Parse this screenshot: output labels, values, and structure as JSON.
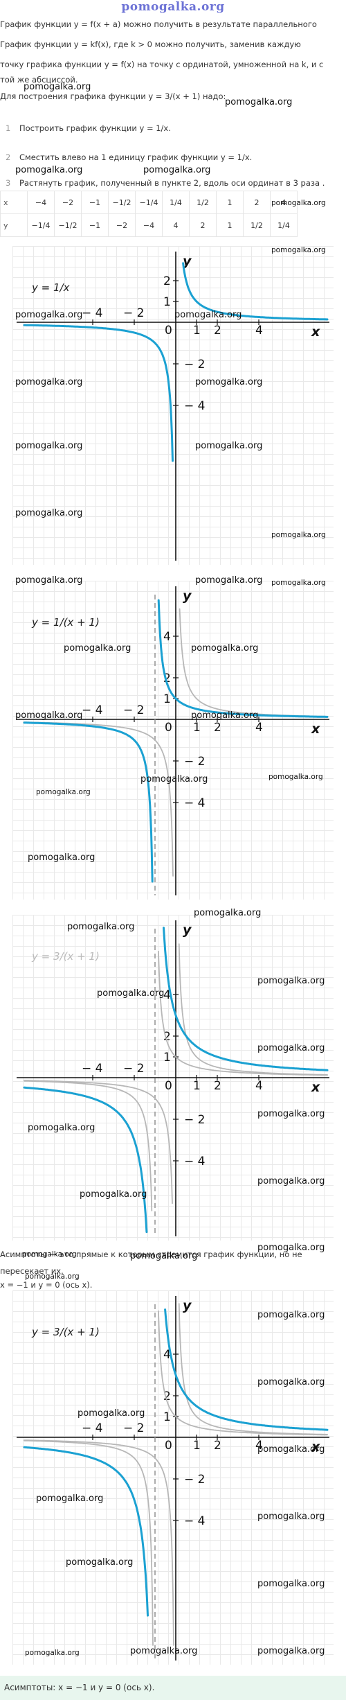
{
  "site_logo": "pomogalka.org",
  "intro": {
    "line1": "График функции y = f(x + a) можно получить в результате параллельного",
    "line2": "График функции y = kf(x), где k > 0 можно получить, заменив каждую",
    "line3": "точку графика функции y = f(x) на точку с ординатой, умноженной на k, и с",
    "line4": "той же абсциссой.",
    "line5": "Для построения графика функции y = 3/(x + 1) надо:"
  },
  "steps": [
    {
      "num": "1",
      "text": "Построить график функции y = 1/x."
    },
    {
      "num": "2",
      "text": "Сместить влево на 1 единицу график функции y = 1/x."
    },
    {
      "num": "3",
      "text": "Растянуть график, полученный в пункте 2, вдоль оси ординат в 3 раза ."
    }
  ],
  "table": {
    "x_label": "x",
    "x": [
      "−4",
      "−2",
      "−1",
      "−1/2",
      "−1/4",
      "1/4",
      "1/2",
      "1",
      "2",
      "4"
    ],
    "y_label": "y",
    "y": [
      "−1/4",
      "−1/2",
      "−1",
      "−2",
      "−4",
      "4",
      "2",
      "1",
      "1/2",
      "1/4"
    ]
  },
  "graphs": [
    {
      "label": "y = 1/x"
    },
    {
      "label": "y = 1/(x + 1)"
    },
    {
      "label": "y = 3/(x + 1)"
    },
    {
      "label": "y = 3/(x + 1)"
    }
  ],
  "axis": {
    "x_name": "x",
    "y_name": "y",
    "origin": "0",
    "x_ticks": [
      "− 4",
      "− 2",
      "1",
      "2",
      "4"
    ],
    "y_ticks": [
      "4",
      "2",
      "1",
      "− 2",
      "− 4"
    ]
  },
  "asymptote_text": {
    "line1": "Асимптоты — это прямые к которым стремится график функции, но не",
    "line2": "пересекает их.",
    "line3": "x = −1 и y = 0 (ось x)."
  },
  "answer": "Асимптоты: x = −1 и y = 0 (ось x).",
  "watermark": "pomogalka.org",
  "colors": {
    "curve": "#1ba1d2",
    "ghost_curve": "#b7b7b7",
    "asymptote": "#999999",
    "logo": "#6d73d6"
  }
}
